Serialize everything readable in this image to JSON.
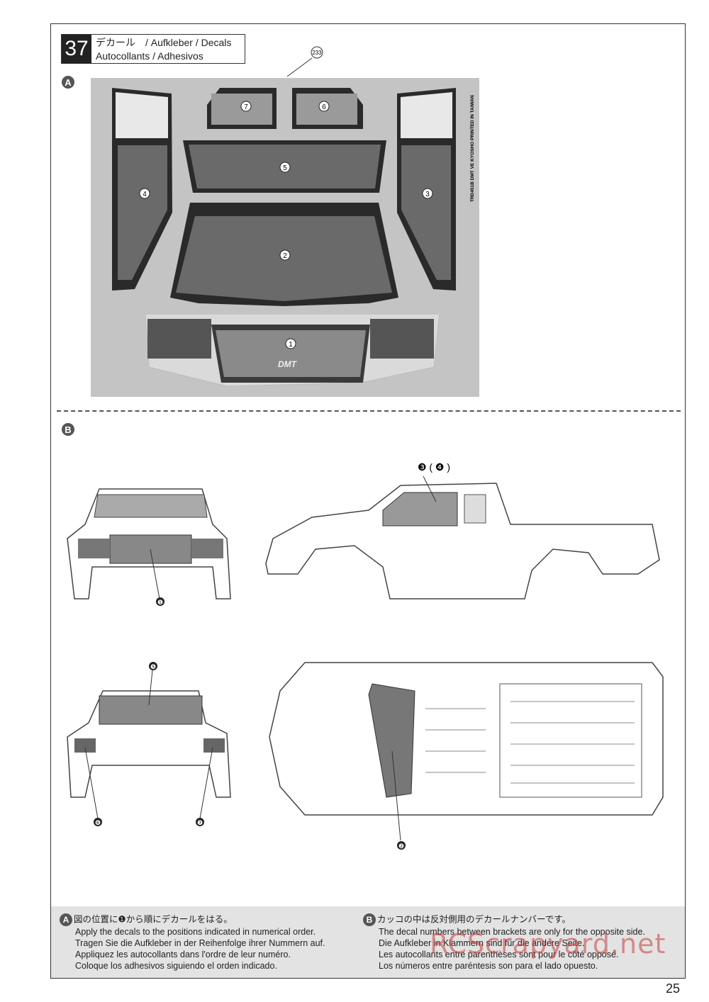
{
  "step": {
    "number": "37",
    "title_line1": "デカール　/ Aufkleber / Decals",
    "title_line2": "Autocollants / Adhesivos"
  },
  "section_labels": {
    "a": "A",
    "b": "B"
  },
  "part_ref": "233",
  "sheet_print": "TRD451B DMT VE KYOSHO PRINTED IN TAIWAN",
  "decal_numbers": [
    "1",
    "2",
    "3",
    "4",
    "5",
    "6",
    "7"
  ],
  "grille_logo": "DMT",
  "callouts": {
    "side_view": "❸ ( ❹ )",
    "front_view": "❶",
    "rear_top": "❺",
    "rear_left": "❻",
    "rear_right": "❼",
    "top_view": "❷"
  },
  "notes": {
    "a": {
      "lines": [
        "図の位置に❶から順にデカールをはる。",
        "Apply the decals to the positions indicated in numerical order.",
        "Tragen Sie die Aufkleber in der Reihenfolge ihrer Nummern auf.",
        "Appliquez les autocollants dans l'ordre de leur numéro.",
        "Coloque los adhesivos siguiendo el orden indicado."
      ]
    },
    "b": {
      "lines": [
        "カッコの中は反対側用のデカールナンバーです。",
        "The decal numbers between brackets are only for the opposite side.",
        "Die Aufkleber in Klammern sind für die andere Seite.",
        "Les autocollants entre parenthèses sont pour le côté opposé.",
        "Los números entre paréntesis son para el lado opuesto."
      ]
    }
  },
  "watermark": "RCScrapyard.net",
  "page_number": "25"
}
